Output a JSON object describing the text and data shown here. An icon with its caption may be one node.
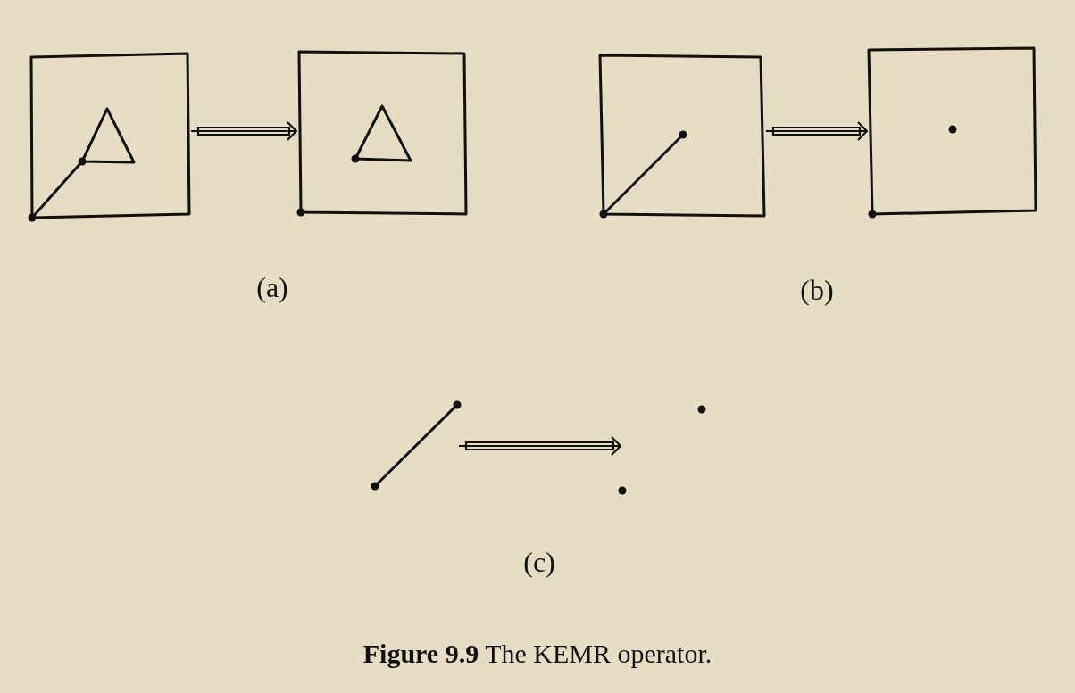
{
  "diagram": {
    "caption": "**Figure 9.9** The KEMR operator.",
    "nodes": [
      {
        "text": [],
        "shape": "picture"
      },
      {
        "text": [],
        "shape": "picture"
      },
      {
        "text": [],
        "shape": "picture"
      },
      {
        "text": [],
        "shape": "picture"
      },
      {
        "text": [],
        "shape": "picture"
      },
      {
        "text": [],
        "shape": "picture"
      }
    ],
    "edges": [
      {
        "from": 0,
        "to": 1,
        "arrow": "to"
      },
      {
        "from": 2,
        "to": 3,
        "arrow": "to"
      },
      {
        "from": 4,
        "to": 5,
        "arrow": "to"
      }
    ],
    "labels": [
      "(a)",
      "(b)",
      "(c)"
    ]
  }
}
